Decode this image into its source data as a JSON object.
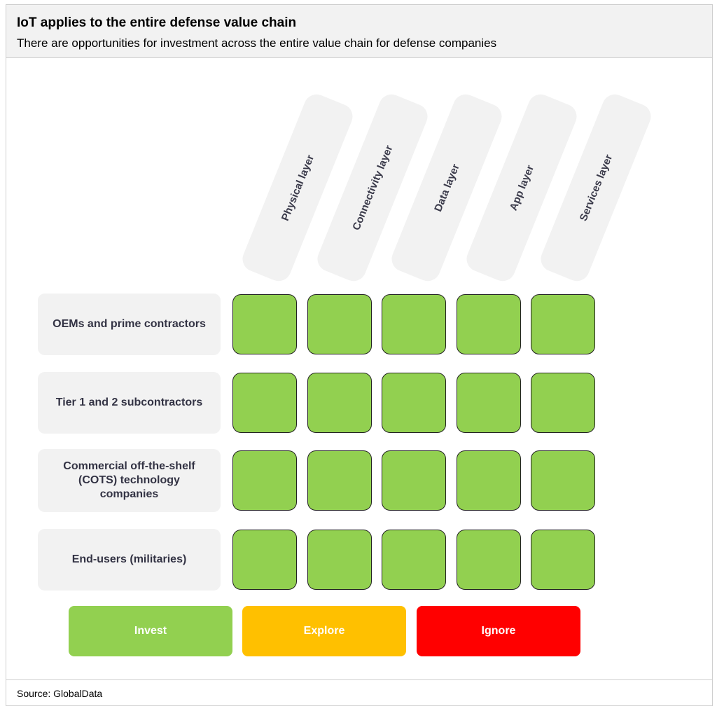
{
  "header": {
    "title": "IoT applies to the entire defense value chain",
    "subtitle": "There are opportunities for investment across the entire value chain for defense companies"
  },
  "columns": [
    "Physical layer",
    "Connectivity layer",
    "Data layer",
    "App layer",
    "Services layer"
  ],
  "rows": [
    "OEMs and prime contractors",
    "Tier 1 and 2 subcontractors",
    "Commercial off-the-shelf (COTS) technology companies",
    "End-users (militaries)"
  ],
  "matrix": [
    [
      "Invest",
      "Invest",
      "Invest",
      "Invest",
      "Invest"
    ],
    [
      "Invest",
      "Invest",
      "Invest",
      "Invest",
      "Invest"
    ],
    [
      "Invest",
      "Invest",
      "Invest",
      "Invest",
      "Invest"
    ],
    [
      "Invest",
      "Invest",
      "Invest",
      "Invest",
      "Invest"
    ]
  ],
  "legend": [
    {
      "label": "Invest",
      "color": "#92d050"
    },
    {
      "label": "Explore",
      "color": "#ffc000"
    },
    {
      "label": "Ignore",
      "color": "#ff0000"
    }
  ],
  "footer": {
    "source": "Source: GlobalData"
  }
}
